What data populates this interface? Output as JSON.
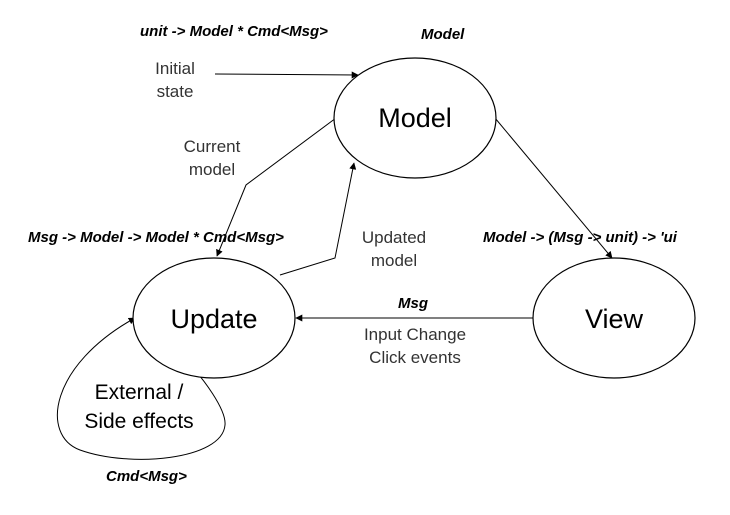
{
  "nodes": {
    "model": "Model",
    "update": "Update",
    "view": "View"
  },
  "signatures": {
    "init": "unit -> Model * Cmd<Msg>",
    "model": "Model",
    "update": "Msg -> Model -> Model * Cmd<Msg>",
    "view": "Model -> (Msg -> unit) -> 'ui",
    "msg": "Msg",
    "cmd": "Cmd<Msg>"
  },
  "labels": {
    "initial_state": [
      "Initial",
      "state"
    ],
    "current_model": [
      "Current",
      "model"
    ],
    "updated_model": [
      "Updated",
      "model"
    ],
    "input_events": [
      "Input Change",
      "Click events"
    ],
    "side_effects": [
      "External /",
      "Side effects"
    ]
  }
}
